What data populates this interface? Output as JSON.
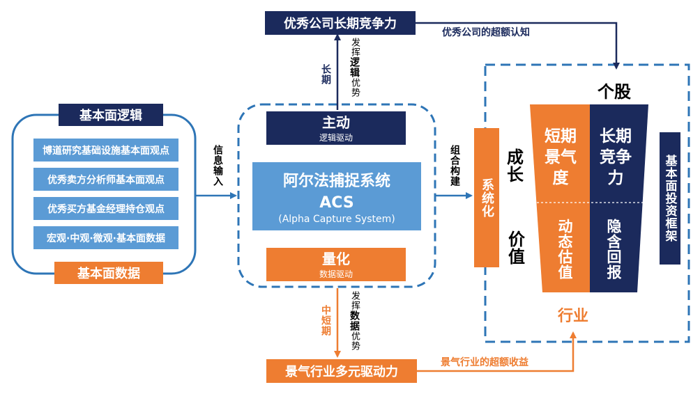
{
  "colors": {
    "navy": "#1b2a5c",
    "orange": "#ee7d31",
    "light_blue": "#5b9bd5",
    "dash_blue": "#2e75b6"
  },
  "left": {
    "top_label": "基本面逻辑",
    "items": [
      "博道研究基础设施基本面观点",
      "优秀卖方分析师基本面观点",
      "优秀买方基金经理持仓观点",
      "宏观·中观·微观·基本面数据"
    ],
    "bottom_label": "基本面数据"
  },
  "info_input": "信息输入",
  "center": {
    "top_title": "主动",
    "top_sub": "逻辑驱动",
    "acs_title": "阿尔法捕捉系统",
    "acs_abbr": "ACS",
    "acs_full": "(Alpha Capture System)",
    "bottom_title": "量化",
    "bottom_sub": "数据驱动"
  },
  "top_box": "优秀公司长期竞争力",
  "top_arrow_label": "优秀公司的超额认知",
  "long_term": "长期",
  "logic_adv_parts": [
    "发挥",
    "逻辑",
    "优势"
  ],
  "mid_short": "中短期",
  "data_adv_parts": [
    "发挥",
    "数据",
    "优势"
  ],
  "bottom_box": "景气行业多元驱动力",
  "bottom_arrow_label": "景气行业的超额收益",
  "combine": "组合构建",
  "right": {
    "systematic": "系统化",
    "growth": "成长",
    "value": "价值",
    "stock": "个股",
    "industry": "行业",
    "short_prosperity": "短期景气度",
    "long_competitive": "长期竞争力",
    "dyn_valuation": "动态估值",
    "implied_return": "隐含回报",
    "framework": "基本面投资框架"
  }
}
